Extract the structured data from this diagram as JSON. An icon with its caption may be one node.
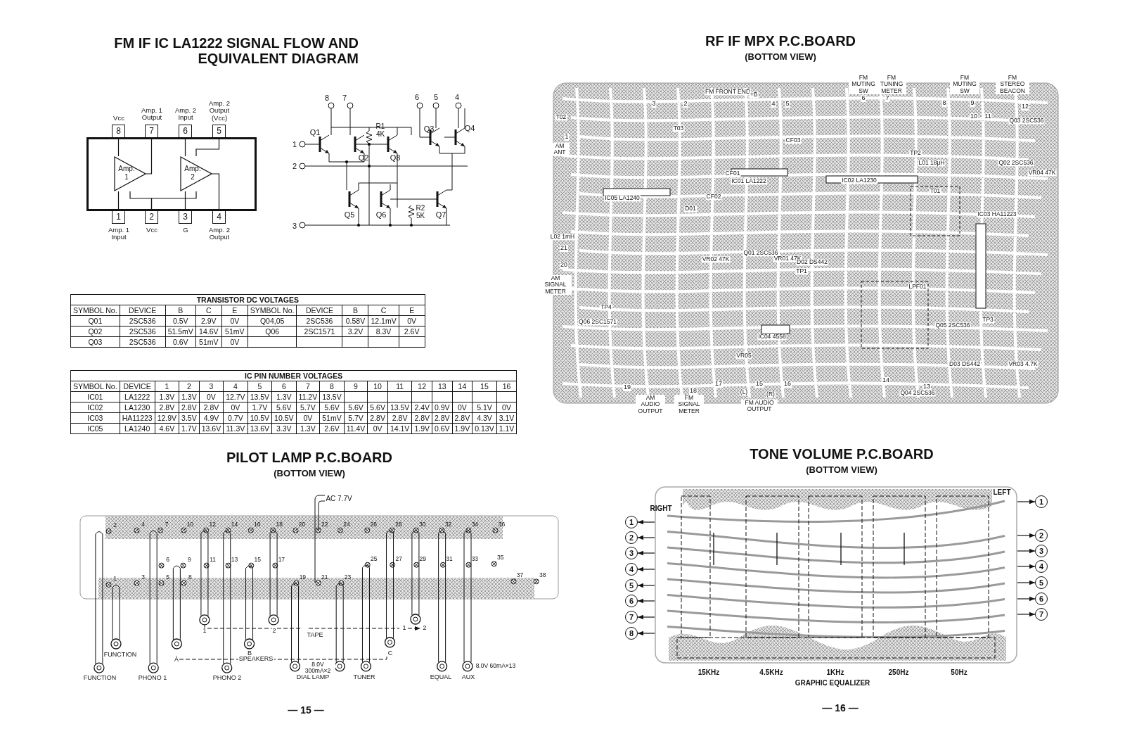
{
  "diagram": {
    "nodes": [
      {
        "text": [],
        "shape": "box"
      },
      {
        "text": [
          "8"
        ],
        "beside": [
          "Vcc"
        ]
      },
      {
        "text": [
          "7"
        ],
        "beside": [
          "Amp. 1 Output"
        ]
      },
      {
        "text": [
          "6"
        ],
        "beside": [
          "Amp. 2 Input"
        ]
      },
      {
        "text": [
          "5"
        ],
        "beside": [
          "Amp. 2 Output (Vcc)"
        ]
      },
      {
        "text": [
          "Amp. 1"
        ],
        "in": 0
      },
      {
        "text": [
          "Amp. 2"
        ],
        "in": 0
      },
      {
        "text": [
          "1"
        ],
        "beside": [
          "Amp. 1 Input"
        ]
      },
      {
        "text": [
          "2"
        ],
        "beside": [
          "Vcc"
        ]
      },
      {
        "text": [
          "3"
        ],
        "beside": [
          "G"
        ]
      },
      {
        "text": [
          "4"
        ],
        "beside": [
          "Amp. 2 Output"
        ]
      },
      {
        "text": [],
        "shape": "box"
      },
      {
        "text": [
          "1"
        ]
      },
      {
        "text": [
          "2"
        ]
      },
      {
        "text": [
          "3"
        ]
      },
      {
        "text": [
          "4"
        ]
      },
      {
        "text": [
          "5"
        ]
      },
      {
        "text": [
          "6"
        ]
      },
      {
        "text": [
          "7"
        ]
      },
      {
        "text": [
          "8"
        ]
      },
      {
        "text": [
          "1"
        ]
      },
      {
        "text": [
          "2"
        ]
      },
      {
        "text": [
          "3"
        ]
      },
      {
        "text": [
          "4"
        ]
      },
      {
        "text": [
          "5"
        ]
      },
      {
        "text": [
          "6"
        ]
      },
      {
        "text": [
          "7"
        ]
      }
    ],
    "edges": [
      {
        "from": 1,
        "to": 5,
        "arrow": "none"
      },
      {
        "from": 5,
        "to": 2,
        "arrow": "none"
      },
      {
        "from": 3,
        "to": 6,
        "arrow": "none"
      },
      {
        "from": 4,
        "to": 6,
        "arrow": "none"
      },
      {
        "from": 6,
        "to": 10,
        "arrow": "none"
      },
      {
        "from": 7,
        "to": 5,
        "arrow": "none"
      },
      {
        "from": 8,
        "to": 5,
        "arrow": "none"
      },
      {
        "from": 8,
        "to": 6,
        "arrow": "none"
      },
      {
        "from": 9,
        "to": 6,
        "arrow": "none"
      },
      {
        "from": 11,
        "to": 12,
        "arrow": "to"
      },
      {
        "from": 11,
        "to": 13,
        "arrow": "to"
      },
      {
        "from": 11,
        "to": 14,
        "arrow": "to"
      },
      {
        "from": 11,
        "to": 15,
        "arrow": "to"
      },
      {
        "from": 11,
        "to": 16,
        "arrow": "to"
      },
      {
        "from": 11,
        "to": 17,
        "arrow": "to"
      },
      {
        "from": 11,
        "to": 18,
        "arrow": "to"
      },
      {
        "from": 11,
        "to": 19,
        "arrow": "to"
      },
      {
        "from": 11,
        "to": 20,
        "arrow": "to"
      },
      {
        "from": 11,
        "to": 21,
        "arrow": "to"
      },
      {
        "from": 11,
        "to": 22,
        "arrow": "to"
      },
      {
        "from": 11,
        "to": 23,
        "arrow": "to"
      },
      {
        "from": 11,
        "to": 24,
        "arrow": "to"
      },
      {
        "from": 11,
        "to": 25,
        "arrow": "to"
      },
      {
        "from": 11,
        "to": 26,
        "arrow": "to"
      }
    ],
    "labels": [
      "FM IF IC LA1222 SIGNAL FLOW AND EQUIVALENT DIAGRAM",
      "RF IF MPX P.C.BOARD",
      "(BOTTOM VIEW)",
      "8",
      "7",
      "6",
      "5",
      "4",
      "Q1",
      "R1 4K",
      "Q3",
      "Q4",
      "1",
      "Q2",
      "Q8",
      "2",
      "R2 5K",
      "Q5",
      "Q6",
      "Q7",
      "3",
      "FM FRONT END",
      "+B",
      "FM MUTING SW",
      "FM TUNING METER",
      "FM MUTING SW",
      "FM STEREO BEACON",
      "AM ANT",
      "IC01 LA1222",
      "IC02 LA1230",
      "IC05 LA1240",
      "IC03 HA11223",
      "IC04 4558",
      "AM SIGNAL METER",
      "TP1",
      "TP2",
      "TP3",
      "TP4",
      "Q01 2SC536",
      "Q02 2SC536",
      "Q03 2SC536",
      "Q04 2SC536",
      "Q06 2SC1571",
      "Q05 2SC536",
      "CF01",
      "CF02",
      "CF03",
      "T01",
      "T02",
      "T03",
      "LPF01",
      "VR02 47K",
      "VR01 47K",
      "VR03 4.7K",
      "VR04 47K",
      "VR05",
      "D01",
      "D02 DS442",
      "D03 DS442",
      "L01 18μH",
      "L02 1mH",
      "AM AUDIO OUTPUT",
      "FM SIGNAL METER",
      "(L)",
      "(R)",
      "FM AUDIO OUTPUT",
      "1",
      "3",
      "2",
      "4",
      "5",
      "6",
      "7",
      "8",
      "9",
      "10",
      "11",
      "12",
      "14",
      "13",
      "17",
      "15",
      "16",
      "18",
      "19",
      "20",
      "21",
      "PILOT LAMP P.C.BOARD",
      "(BOTTOM VIEW)",
      "TONE VOLUME P.C.BOARD",
      "(BOTTOM VIEW)",
      "TRANSISTOR DC VOLTAGES",
      "SYMBOL No.",
      "DEVICE",
      "B",
      "C",
      "E",
      "SYMBOL No.",
      "DEVICE",
      "B",
      "C",
      "E",
      "Q01",
      "2SC536",
      "0.5V",
      "2.9V",
      "0V",
      "Q04,05",
      "2SC536",
      "0.58V",
      "12.1mV",
      "0V",
      "Q02",
      "2SC536",
      "51.5mV",
      "14.6V",
      "51mV",
      "Q06",
      "2SC1571",
      "3.2V",
      "8.3V",
      "2.6V",
      "Q03",
      "2SC536",
      "0.6V",
      "51mV",
      "0V",
      "IC PIN NUMBER VOLTAGES",
      "SYMBOL No.",
      "DEVICE",
      "1",
      "2",
      "3",
      "4",
      "5",
      "6",
      "7",
      "8",
      "9",
      "10",
      "11",
      "12",
      "13",
      "14",
      "15",
      "16",
      "IC01",
      "LA1222",
      "1.3V",
      "1.3V",
      "0V",
      "12.7V",
      "13.5V",
      "1.3V",
      "11.2V",
      "13.5V",
      "IC02",
      "LA1230",
      "2.8V",
      "2.8V",
      "2.8V",
      "0V",
      "1.7V",
      "5.6V",
      "5.7V",
      "5.6V",
      "5.6V",
      "5.6V",
      "13.5V",
      "2.4V",
      "0.9V",
      "0V",
      "5.1V",
      "0V",
      "IC03",
      "HA11223",
      "12.9V",
      "3.5V",
      "4.9V",
      "0.7V",
      "10.5V",
      "10.5V",
      "0V",
      "51mV",
      "5.7V",
      "2.8V",
      "2.8V",
      "2.8V",
      "2.8V",
      "2.8V",
      "4.3V",
      "3.1V",
      "IC05",
      "LA1240",
      "4.6V",
      "1.7V",
      "13.6V",
      "11.3V",
      "13.6V",
      "3.3V",
      "1.3V",
      "2.6V",
      "11.4V",
      "0V",
      "14.1V",
      "1.9V",
      "0.6V",
      "1.9V",
      "0.13V",
      "1.1V",
      "AC 7.7V",
      "1",
      "2",
      "3",
      "4",
      "5",
      "6",
      "7",
      "8",
      "9",
      "10",
      "11",
      "12",
      "13",
      "14",
      "15",
      "16",
      "17",
      "18",
      "19",
      "20",
      "21",
      "22",
      "23",
      "24",
      "25",
      "26",
      "27",
      "28",
      "29",
      "30",
      "31",
      "32",
      "33",
      "34",
      "35",
      "36",
      "37",
      "38",
      "FUNCTION",
      "FUNCTION",
      "PHONO 1",
      "A",
      "PHONO 2",
      "1",
      "B",
      "SPEAKERS",
      "2",
      "TAPE",
      "8.0V 300mA×2",
      "DIAL LAMP",
      "TUNER",
      "C",
      "1",
      "2",
      "EQUAL",
      "AUX",
      "8.0V 60mA×13",
      "RIGHT",
      "LEFT",
      "15KHz",
      "4.5KHz",
      "1KHz",
      "250Hz",
      "50Hz",
      "GRAPHIC EQUALIZER",
      "— 15 —",
      "— 16 —"
    ]
  }
}
